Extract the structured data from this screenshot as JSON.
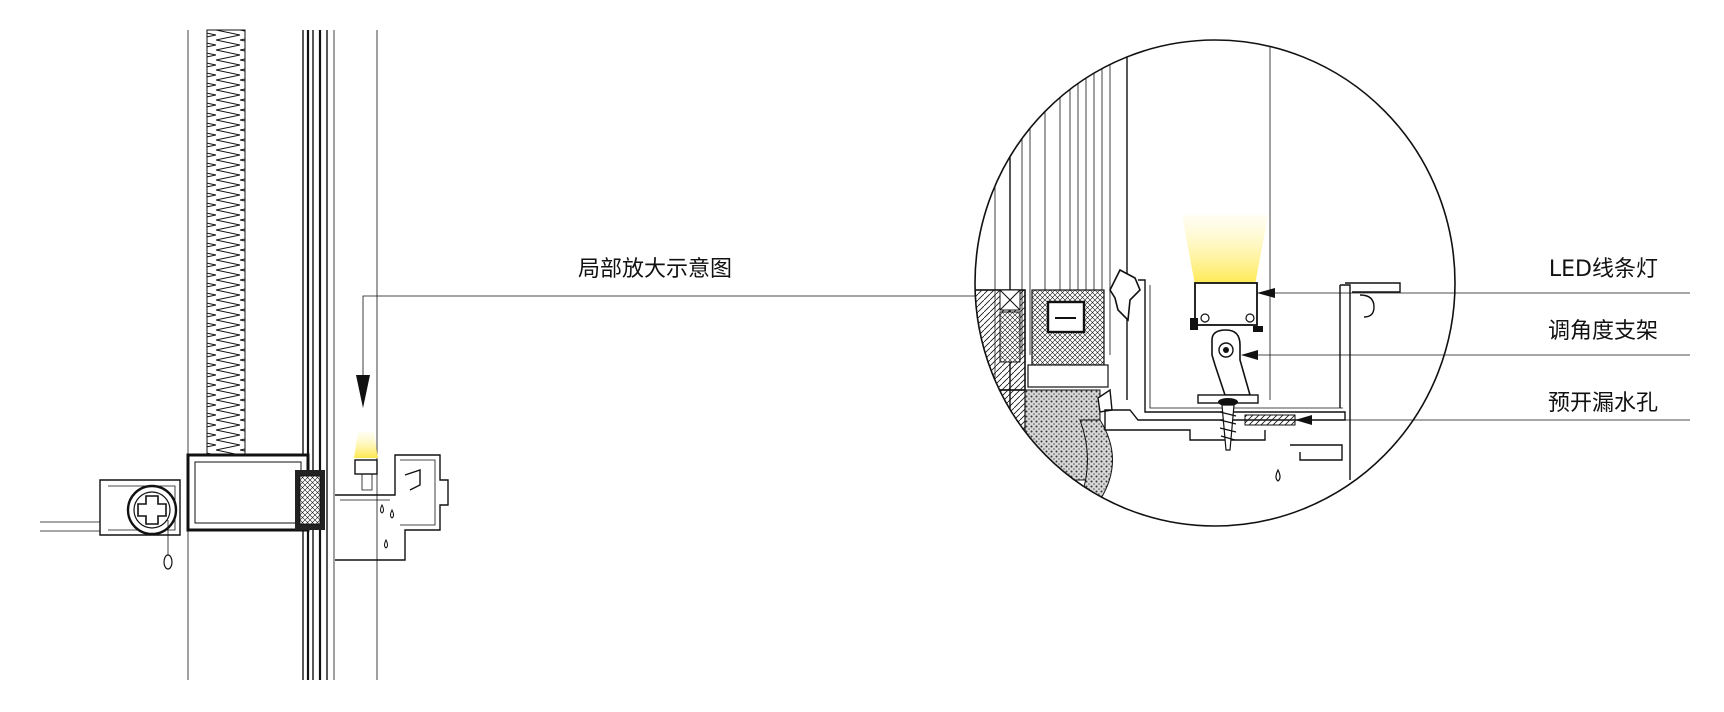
{
  "labels": {
    "zoom_title": "局部放大示意图",
    "led": "LED线条灯",
    "bracket": "调角度支架",
    "drain_hole": "预开漏水孔"
  },
  "colors": {
    "line": "#111111",
    "led_glow": "#ffe94d",
    "insulation_fill": "#c9c9c9"
  }
}
